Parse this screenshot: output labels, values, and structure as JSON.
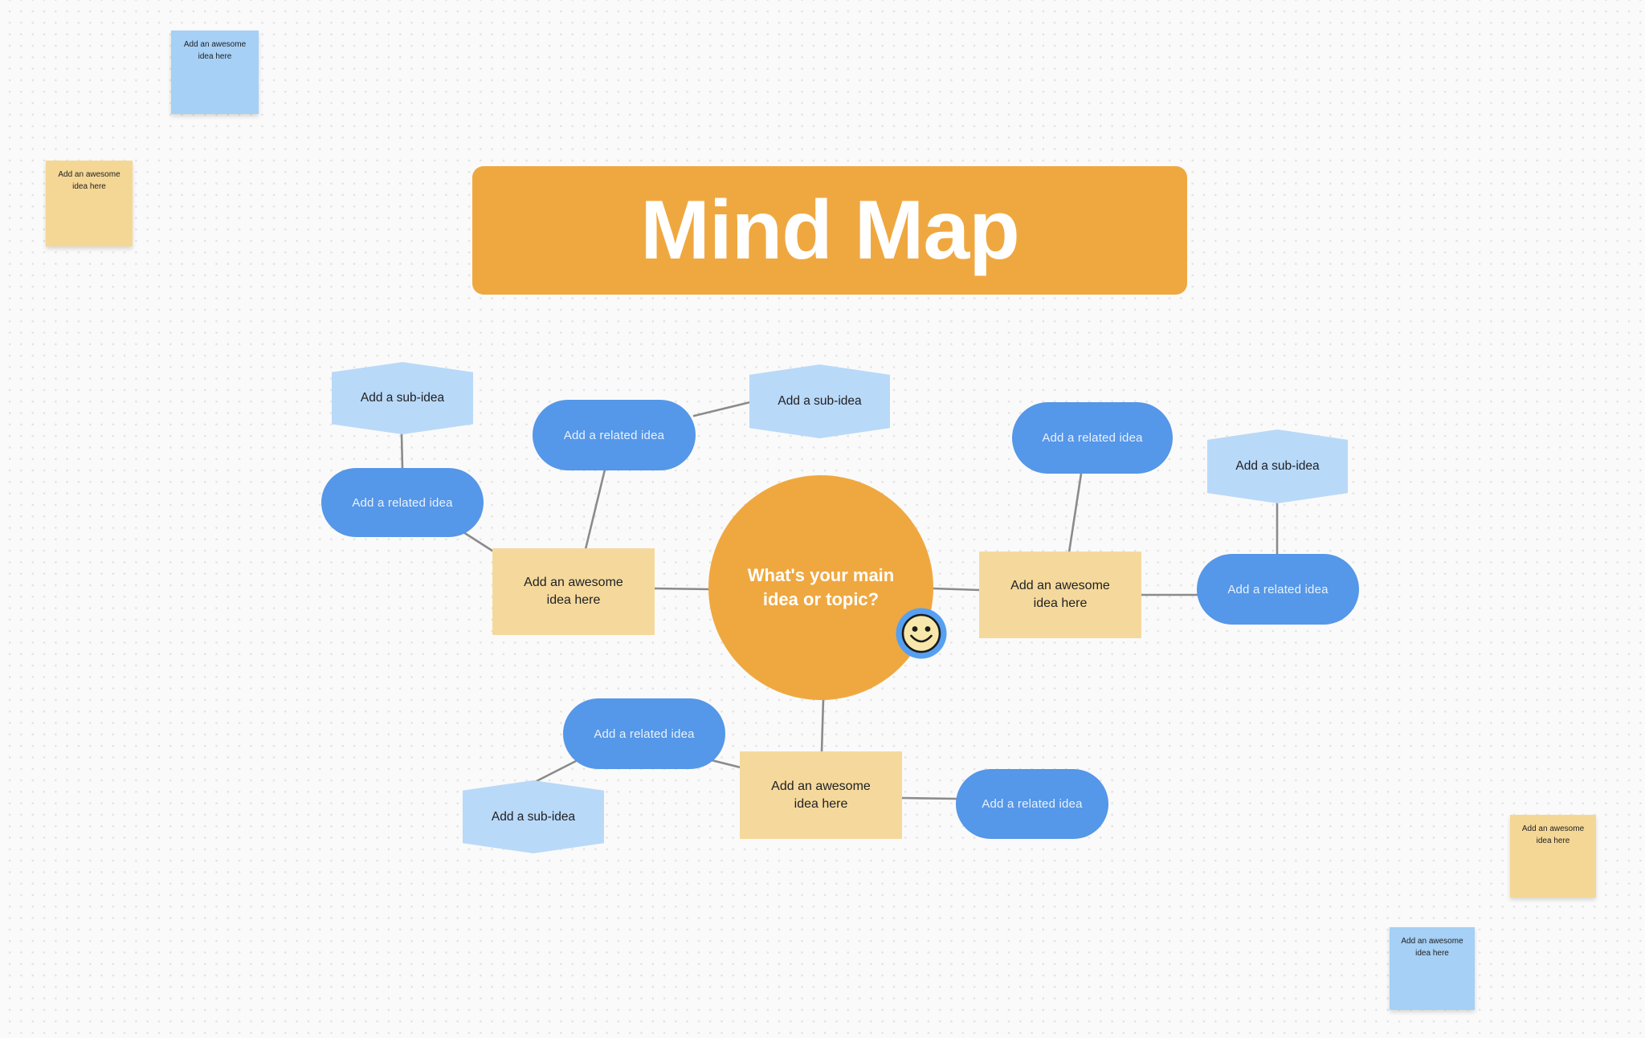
{
  "colors": {
    "canvas_bg": "#fafafa",
    "dot": "#e3e3e3",
    "orange": "#efa840",
    "blue_pill": "#5597e8",
    "pill_text": "#e9f2fd",
    "light_blue_hex": "#b9d9f8",
    "yellow_rect": "#f5d99c",
    "sticky_yellow": "#f5d795",
    "sticky_blue": "#a6d0f5",
    "dark_text": "#202124",
    "white_text": "#ffffff",
    "connector": "#8b8b8b",
    "smiley_ring": "#55a0f2",
    "smiley_face": "#f8e7aa"
  },
  "title": {
    "label": "Mind Map"
  },
  "center_node": {
    "label": "What's your main idea or topic?"
  },
  "node_labels": {
    "related_idea": "Add a related idea",
    "sub_idea": "Add a sub-idea",
    "awesome_idea": "Add an awesome idea here"
  },
  "stickies": [
    {
      "color": "blue",
      "label": "Add an awesome idea here"
    },
    {
      "color": "yellow",
      "label": "Add an awesome idea here"
    },
    {
      "color": "yellow",
      "label": "Add an awesome idea here"
    },
    {
      "color": "blue",
      "label": "Add an awesome idea here"
    }
  ],
  "icons": {
    "smiley": "smiley-face-sticker"
  }
}
